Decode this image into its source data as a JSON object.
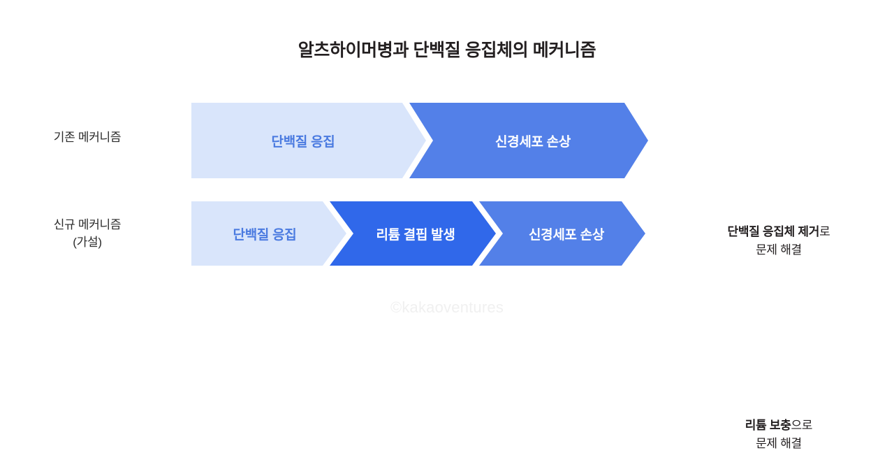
{
  "title": "알츠하이머병과 단백질 응집체의 메커니즘",
  "watermark": "©kakaoventures",
  "colors": {
    "chevron_light": "#d9e5fb",
    "chevron_mid": "#5380e8",
    "chevron_deep": "#3068ea",
    "text_blue": "#4a7ae0",
    "text_dark": "#231f20",
    "watermark": "#f0f0f0"
  },
  "rows": [
    {
      "label": "기존 메커니즘",
      "steps": [
        {
          "text": "단백질 응집",
          "fill": "light",
          "text_color": "blue"
        },
        {
          "text": "신경세포 손상",
          "fill": "mid",
          "text_color": "white"
        }
      ],
      "annotation": {
        "bold": "단백질 응집체 제거",
        "tail": "로",
        "line2": "문제 해결"
      }
    },
    {
      "label_line1": "신규 메커니즘",
      "label_line2": "(가설)",
      "steps": [
        {
          "text": "단백질 응집",
          "fill": "light",
          "text_color": "blue"
        },
        {
          "text": "리튬 결핍 발생",
          "fill": "deep",
          "text_color": "white"
        },
        {
          "text": "신경세포 손상",
          "fill": "mid",
          "text_color": "white"
        }
      ],
      "annotation": {
        "bold": "리튬 보충",
        "tail": "으로",
        "line2": "문제 해결"
      }
    }
  ]
}
